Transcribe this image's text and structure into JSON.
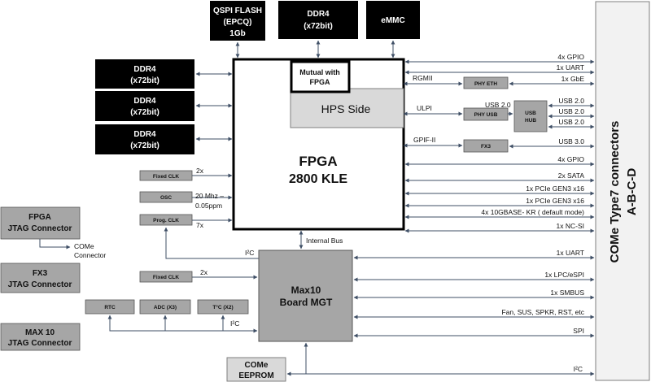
{
  "top_memory": [
    {
      "lines": [
        "QSPI FLASH",
        "(EPCQ)",
        "1Gb"
      ]
    },
    {
      "lines": [
        "DDR4",
        "(x72bit)"
      ]
    },
    {
      "lines": [
        "eMMC"
      ]
    }
  ],
  "left_memory": [
    {
      "lines": [
        "DDR4",
        "(x72bit)"
      ]
    },
    {
      "lines": [
        "DDR4",
        "(x72bit)"
      ]
    },
    {
      "lines": [
        "DDR4",
        "(x72bit)"
      ]
    }
  ],
  "fpga": {
    "title_lines": [
      "FPGA",
      "2800 KLE"
    ],
    "mutual_lines": [
      "Mutual with",
      "FPGA"
    ],
    "hps": "HPS Side"
  },
  "clocks": {
    "fixed_clk": "Fixed CLK",
    "fixed_clk_count": "2x",
    "osc": "OSC",
    "osc_spec_lines": [
      "20 Mhz –",
      "0.05ppm"
    ],
    "prog_clk": "Prog. CLK",
    "prog_clk_count": "7x"
  },
  "hps_interfaces": {
    "rgmii": "RGMII",
    "phy_eth": "PHY ETH",
    "ulpi": "ULPI",
    "phy_usb": "PHY USB",
    "usb20": "USB 2.0",
    "usb_hub_lines": [
      "USB",
      "HUB"
    ],
    "gpif": "GPIF-II",
    "fx3": "FX3"
  },
  "right_signals": [
    "4x GPIO",
    "1x UART",
    "1x GbE",
    "USB 2.0",
    "USB 2.0",
    "USB 2.0",
    "USB 3.0",
    "4x GPIO",
    "2x SATA",
    "1x PCIe GEN3 x16",
    "1x PCIe GEN3 x16",
    "4x 10GBASE- KR ( default mode)",
    "1x NC-SI"
  ],
  "max10": {
    "title_lines": [
      "Max10",
      "Board MGT"
    ],
    "internal_bus": "Internal Bus",
    "i2c_top": "I²C",
    "fixed_clk": "Fixed CLK",
    "fixed_clk_count": "2x",
    "rtc": "RTC",
    "adc": "ADC (X3)",
    "tc": "T°C (X2)",
    "i2c_bottom": "I²C",
    "signals": [
      "1x UART",
      "1x LPC/eSPI",
      "1x SMBUS",
      "Fan, SUS, SPKR, RST, etc",
      "SPI"
    ],
    "i2c_bottom_right": "I²C"
  },
  "eeprom_lines": [
    "COMe",
    "EEPROM"
  ],
  "jtag": [
    {
      "lines": [
        "FPGA",
        "JTAG Connector"
      ]
    },
    {
      "lines": [
        "FX3",
        "JTAG Connector"
      ]
    },
    {
      "lines": [
        "MAX 10",
        "JTAG Connector"
      ]
    }
  ],
  "come_connector_lines": [
    "COMe",
    "Connector"
  ],
  "connector_lines": [
    "COMe   Type7   connectors",
    "A-B-C-D"
  ],
  "colors": {
    "black_block": "#000000",
    "gray_block": "#a6a6a6",
    "light_gray": "#d9d9d9",
    "connector_fill": "#f2f2f2",
    "wire": "#3f4f66"
  }
}
